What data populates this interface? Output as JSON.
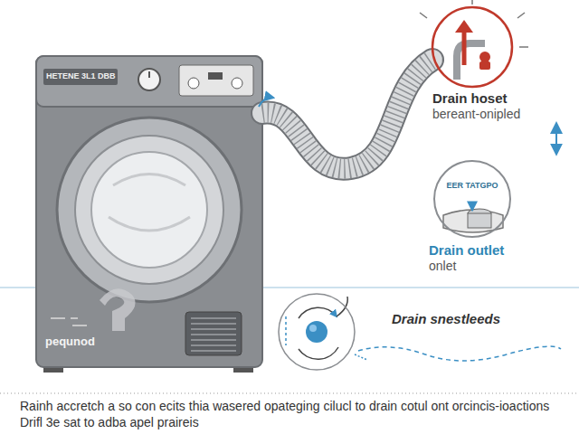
{
  "diagram": {
    "caption": "Rainh accretch a so con ecits thia wasered opateging cilucl to drain cotul ont orcincis-ioactions Drifl 3e sat to adba apel praireis",
    "nodes": [
      {
        "text": [
          "Drain hoset",
          "bereant-onipled"
        ]
      },
      {
        "text": [
          "EER TATGPO",
          "Drain outlet",
          "onlet"
        ]
      },
      {
        "text": [
          "Drain snestleeds"
        ]
      }
    ],
    "edges": [
      {
        "from": 0,
        "to": 1,
        "arrow": "both"
      }
    ],
    "labels": [
      "HETENE 3L1 DBB",
      "pequnod"
    ]
  }
}
